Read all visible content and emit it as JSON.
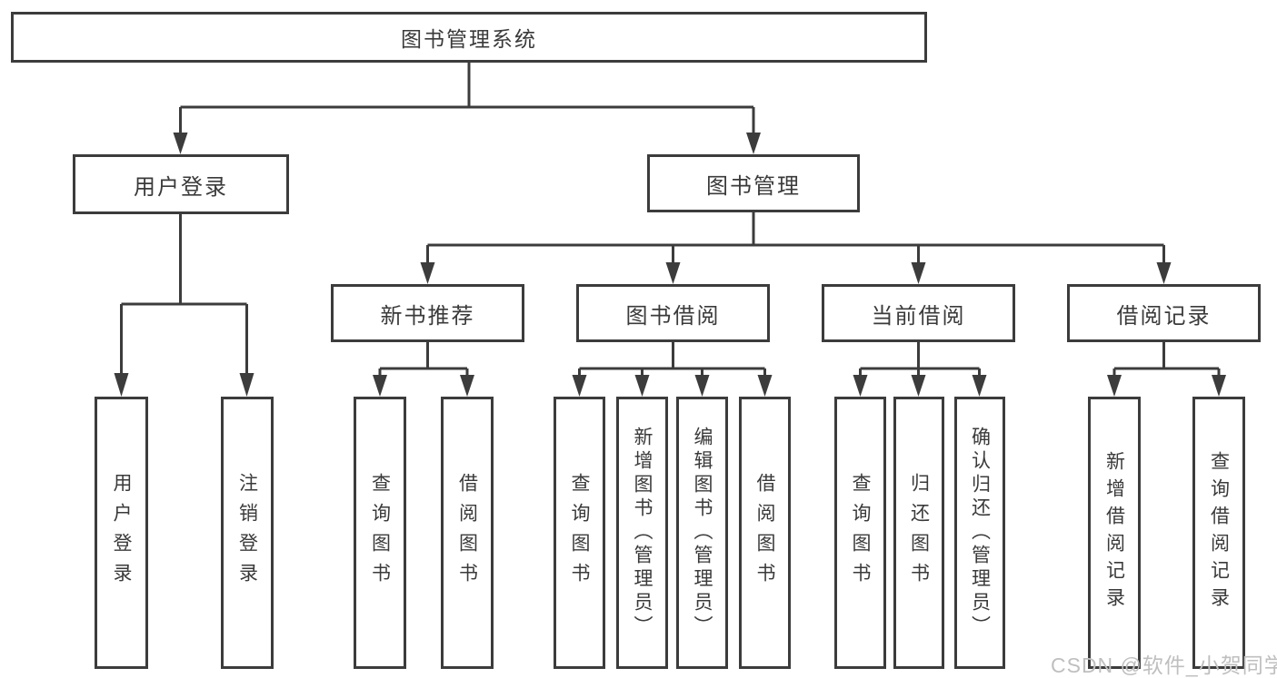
{
  "diagram": {
    "root": "图书管理系统",
    "user_login": {
      "label": "用户登录",
      "children": [
        "用户登录",
        "注销登录"
      ]
    },
    "book_management": {
      "label": "图书管理",
      "sections": [
        {
          "label": "新书推荐",
          "children": [
            "查询图书",
            "借阅图书"
          ]
        },
        {
          "label": "图书借阅",
          "children": [
            "查询图书",
            "新增图书（管理员）",
            "编辑图书（管理员）",
            "借阅图书"
          ]
        },
        {
          "label": "当前借阅",
          "children": [
            "查询图书",
            "归还图书",
            "确认归还（管理员）"
          ]
        },
        {
          "label": "借阅记录",
          "children": [
            "新增借阅记录",
            "查询借阅记录"
          ]
        }
      ]
    },
    "watermark": "CSDN @软件_小贺同学",
    "colors": {
      "line": "#3c3c3c",
      "text": "#3a3a3a",
      "watermark": "#bfbfbf",
      "background": "#ffffff"
    }
  }
}
